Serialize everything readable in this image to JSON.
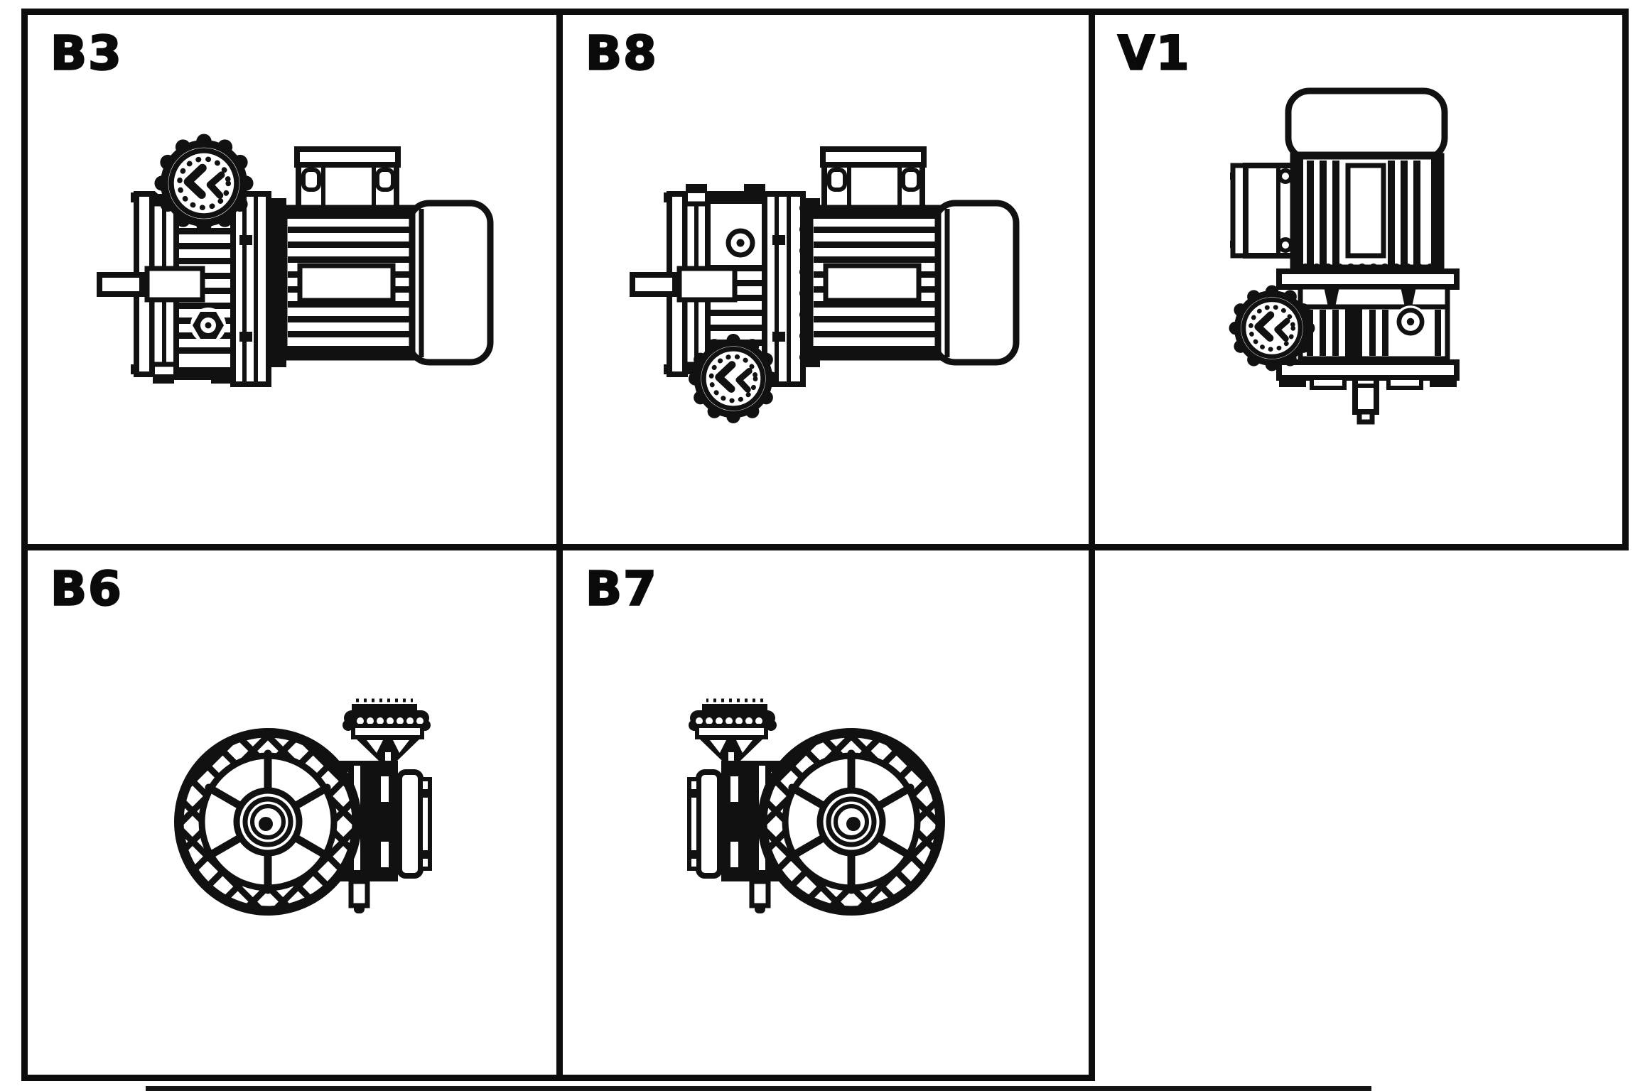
{
  "page": {
    "background": "#ffffff",
    "ink": "#111111",
    "description": "Mounting position chart for a worm gearmotor, five framed cells with line drawings"
  },
  "diagram": {
    "cells": [
      {
        "label": "B3",
        "drawing": "gearmotor-side-view-handwheel-up"
      },
      {
        "label": "B8",
        "drawing": "gearmotor-side-view-handwheel-down"
      },
      {
        "label": "V1",
        "drawing": "gearmotor-vertical-output-shaft-down"
      },
      {
        "label": "B6",
        "drawing": "gearmotor-end-view-unit-on-right"
      },
      {
        "label": "B7",
        "drawing": "gearmotor-end-view-unit-on-left"
      }
    ]
  }
}
